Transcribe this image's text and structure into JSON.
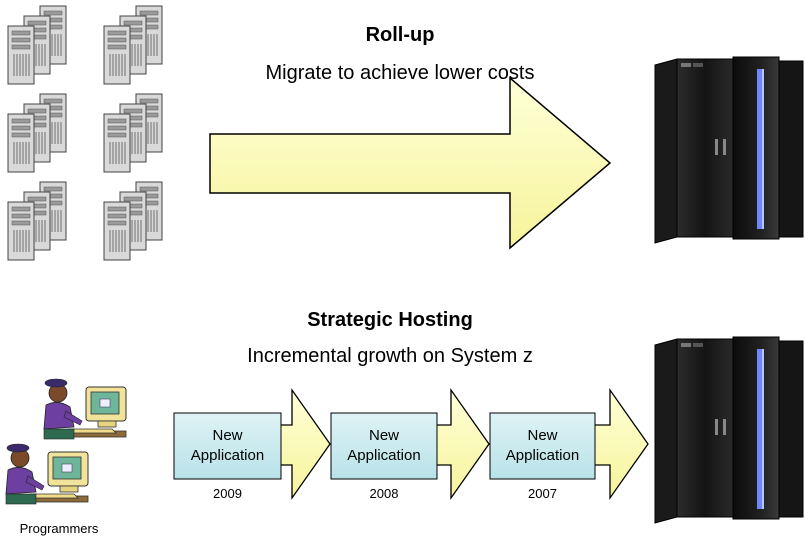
{
  "rollup": {
    "title": "Roll-up",
    "subtitle": "Migrate to achieve lower costs"
  },
  "hosting": {
    "title": "Strategic Hosting",
    "subtitle": "Incremental growth on System z",
    "steps": [
      {
        "label_line1": "New",
        "label_line2": "Application",
        "year": "2009"
      },
      {
        "label_line1": "New",
        "label_line2": "Application",
        "year": "2008"
      },
      {
        "label_line1": "New",
        "label_line2": "Application",
        "year": "2007"
      }
    ],
    "programmers_label": "Programmers"
  },
  "colors": {
    "arrow_fill": "#ffffc0",
    "box_fill": "#c6e9ee",
    "server_dark": "#1c1c1c",
    "server_accent": "#6f86ff"
  }
}
